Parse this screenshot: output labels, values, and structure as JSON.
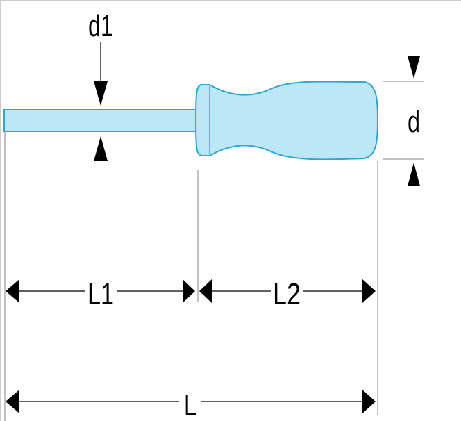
{
  "diagram": {
    "labels": {
      "shaft_diameter": "d1",
      "handle_diameter": "d",
      "shaft_length": "L1",
      "handle_length": "L2",
      "total_length": "L"
    },
    "colors": {
      "tool_fill": "#bde6f6",
      "tool_outline": "#29a8d6",
      "dimension_lines": "#000000",
      "frame": "#cccccc"
    }
  }
}
